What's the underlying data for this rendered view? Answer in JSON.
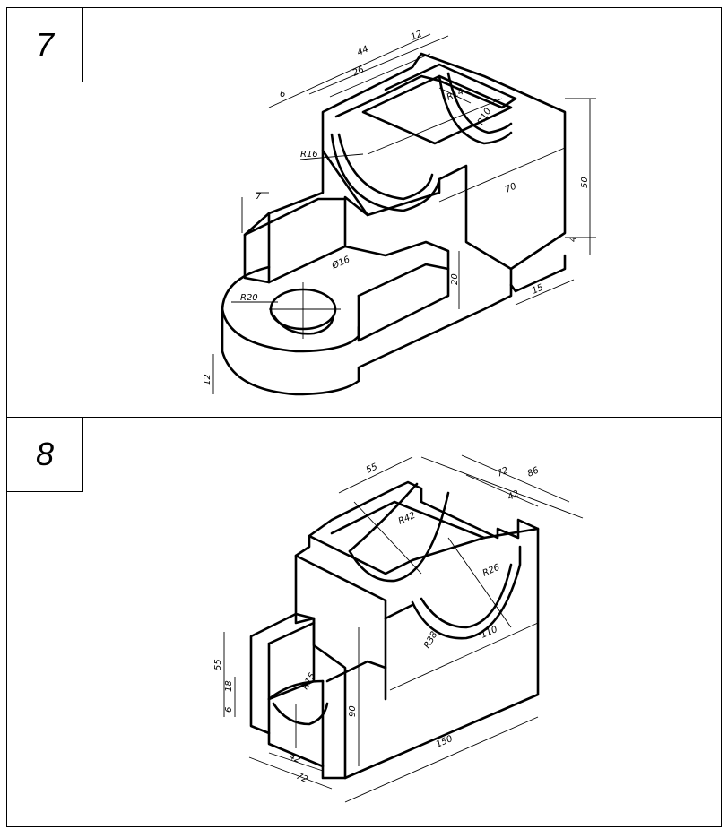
{
  "panels": [
    {
      "number": "7",
      "dimensions": {
        "d44": "44",
        "d12": "12",
        "d26": "26",
        "d6": "6",
        "r14": "R14",
        "r10": "R10",
        "r16": "R16",
        "d7": "7",
        "d70": "70",
        "d50": "50",
        "d4": "4",
        "d15": "15",
        "phi16": "Ø16",
        "r20": "R20",
        "d20": "20",
        "d12b": "12"
      }
    },
    {
      "number": "8",
      "dimensions": {
        "d55": "55",
        "d72": "72",
        "d86": "86",
        "d42": "42",
        "r42": "R42",
        "r26": "R26",
        "r38": "R38",
        "d110": "110",
        "d55b": "55",
        "d18": "18",
        "d6": "6",
        "r15": "R15",
        "d90": "90",
        "d150": "150",
        "d42b": "42",
        "d72b": "72"
      }
    }
  ]
}
